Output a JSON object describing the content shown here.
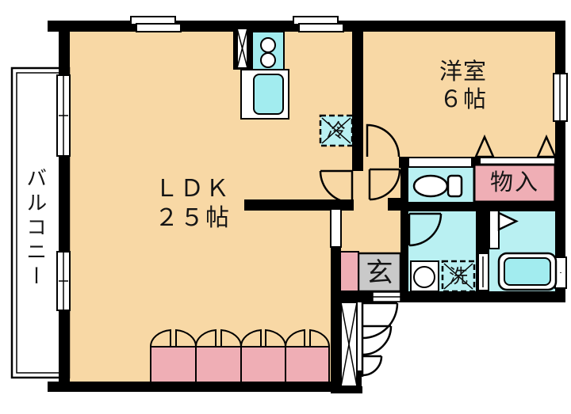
{
  "floorplan": {
    "rooms": {
      "ldk": {
        "name": "ＬＤＫ",
        "size": "２５帖"
      },
      "western_room": {
        "name": "洋室",
        "size": "６帖"
      },
      "balcony": {
        "name": "バルコニー"
      },
      "storage": {
        "name": "物入"
      },
      "entrance": {
        "name": "玄"
      }
    },
    "appliance_marks": {
      "refrigerator": "冷",
      "laundry": "洗"
    },
    "colors": {
      "floor": "#f8d8a5",
      "wet_area": "#b9f0f2",
      "fixture": "#a2ecef",
      "closet_pink": "#efaeb5",
      "entrance_gray": "#c9c9c9",
      "wall": "#000000",
      "white": "#ffffff"
    }
  }
}
